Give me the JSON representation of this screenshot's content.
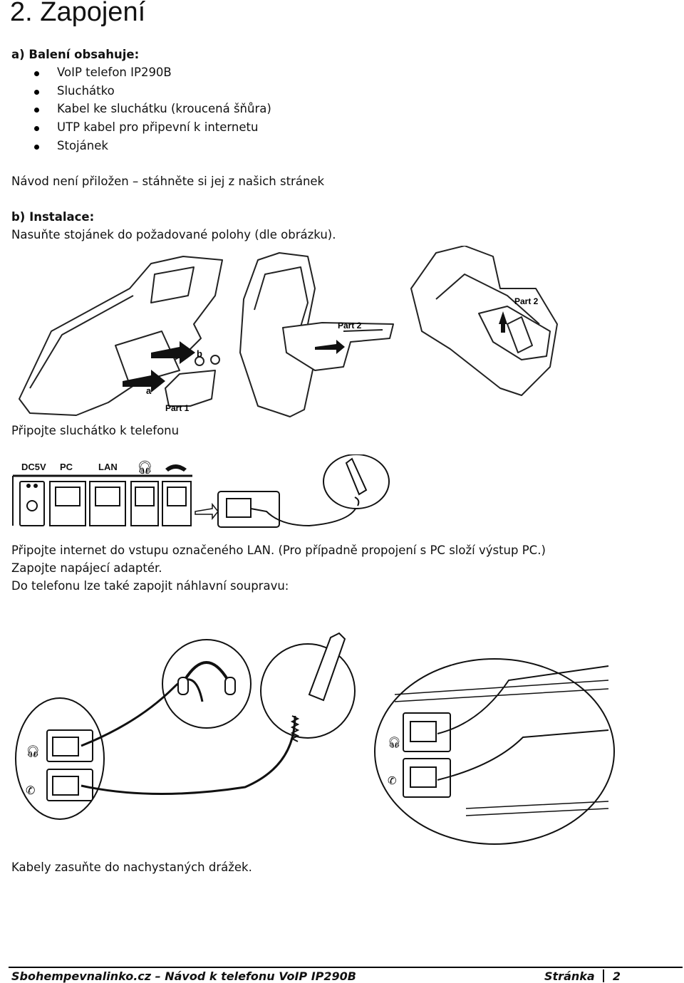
{
  "heading": "2. Zapojení",
  "package": {
    "title": "a) Balení obsahuje:",
    "items": [
      "VoIP telefon IP290B",
      "Sluchátko",
      "Kabel ke sluchátku (kroucená šňůra)",
      "UTP kabel pro připevní k internetu",
      "Stojánek"
    ],
    "note": "Návod není přiložen – stáhněte si jej z našich stránek"
  },
  "install": {
    "title": "b) Instalace:",
    "step1": "Nasuňte stojánek do požadované polohy (dle obrázku).",
    "step2": "Připojte sluchátko k telefonu",
    "step3": "Připojte internet do vstupu označeného LAN. (Pro případně propojení s PC složí výstup PC.)",
    "step4": "Zapojte napájecí adaptér.",
    "step5": "Do telefonu lze také zapojit náhlavní soupravu:",
    "step6": "Kabely zasuňte do nachystaných drážek."
  },
  "figure1": {
    "labels": {
      "part1": "Part 1",
      "part2a": "Part 2",
      "part2b": "Part 2",
      "a": "a",
      "b": "b"
    }
  },
  "figure2": {
    "ports": [
      "DC5V",
      "PC",
      "LAN"
    ]
  },
  "footer": {
    "left": "Sbohempevnalinko.cz – Návod k telefonu VoIP IP290B",
    "page_label": "Stránka",
    "page_number": "2"
  }
}
